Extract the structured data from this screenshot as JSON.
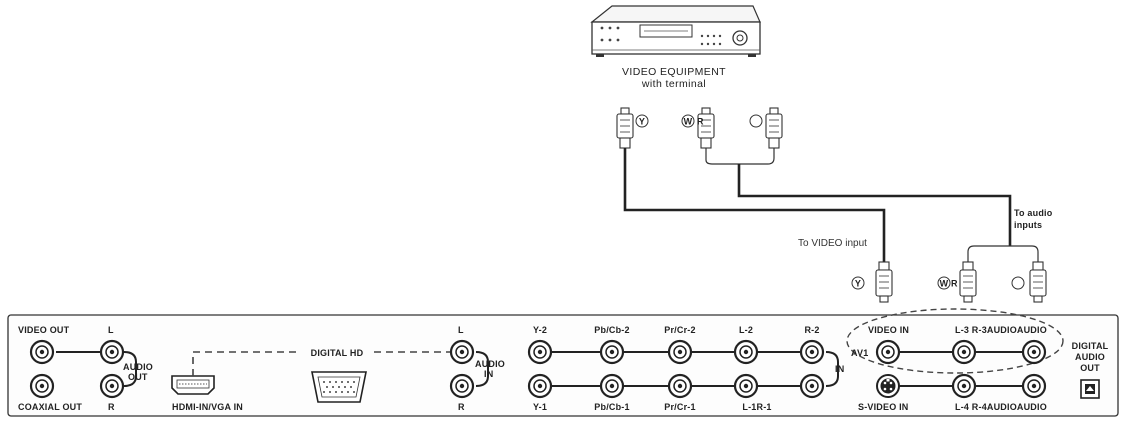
{
  "equipment": {
    "title_line1": "VIDEO EQUIPMENT",
    "title_line2": "with terminal"
  },
  "top_plug_labels": {
    "y": "Y",
    "w": "W",
    "r": "R"
  },
  "cable_labels": {
    "to_video_input": "To VIDEO input",
    "to_audio_line1": "To audio",
    "to_audio_line2": "inputs"
  },
  "bottom_plug_labels": {
    "y": "Y",
    "w": "W",
    "r": "R"
  },
  "panel": {
    "video_out": "VIDEO OUT",
    "coaxial_out": "COAXIAL OUT",
    "audio_out_l": "L",
    "audio_out_r": "R",
    "audio_out_line1": "AUDIO",
    "audio_out_line2": "OUT",
    "hdmi_vga_in": "HDMI-IN/VGA IN",
    "digital_hd": "DIGITAL HD",
    "audio_in_l": "L",
    "audio_in_r": "R",
    "audio_in_line1": "AUDIO",
    "audio_in_line2": "IN",
    "y2": "Y-2",
    "pbcb2": "Pb/Cb-2",
    "prcr2": "Pr/Cr-2",
    "l2": "L-2",
    "r2": "R-2",
    "y1": "Y-1",
    "pbcb1": "Pb/Cb-1",
    "prcr1": "Pr/Cr-1",
    "l1r1": "L-1R-1",
    "in": "IN",
    "av1": "AV1",
    "video_in": "VIDEO IN",
    "l3r3_audio": "L-3 R-3AUDIOAUDIO",
    "svideo_in": "S-VIDEO IN",
    "l4r4_audio": "L-4 R-4AUDIOAUDIO",
    "digital_audio_line1": "DIGITAL",
    "digital_audio_line2": "AUDIO",
    "digital_audio_line3": "OUT"
  }
}
